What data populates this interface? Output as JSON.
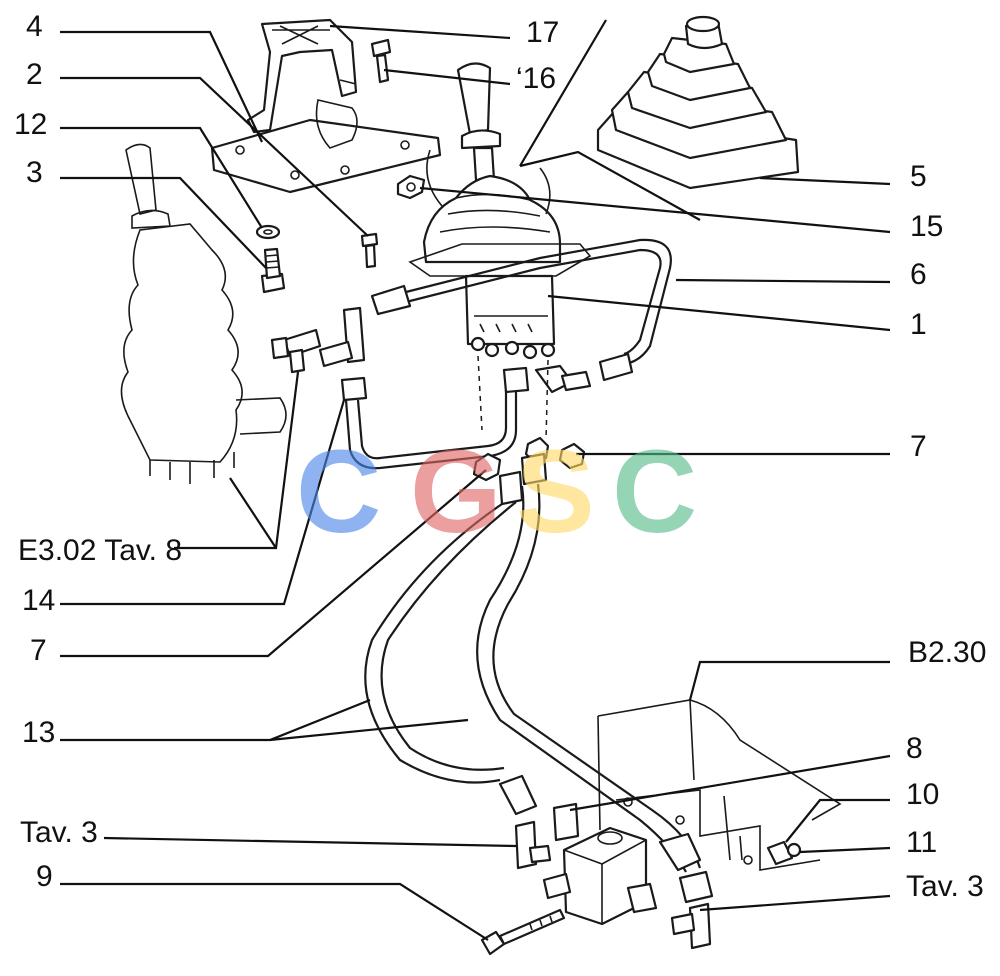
{
  "labels": {
    "l4": "4",
    "l2": "2",
    "l12": "12",
    "l3": "3",
    "l17": "17",
    "l16": "‘16",
    "l5": "5",
    "l15": "15",
    "l6": "6",
    "l1": "1",
    "l7a": "7",
    "le302": "E3.02 Tav. 8",
    "l14": "14",
    "l7b": "7",
    "l13": "13",
    "lb230": "B2.30",
    "l8": "8",
    "l10": "10",
    "l11": "11",
    "ltav3a": "Tav. 3",
    "l9": "9",
    "ltav3b": "Tav. 3"
  },
  "watermark": {
    "letters": [
      "C",
      "G",
      "S",
      "C"
    ],
    "colors": [
      "#4a86e8",
      "#e06666",
      "#ffd966",
      "#57bb8a"
    ]
  }
}
